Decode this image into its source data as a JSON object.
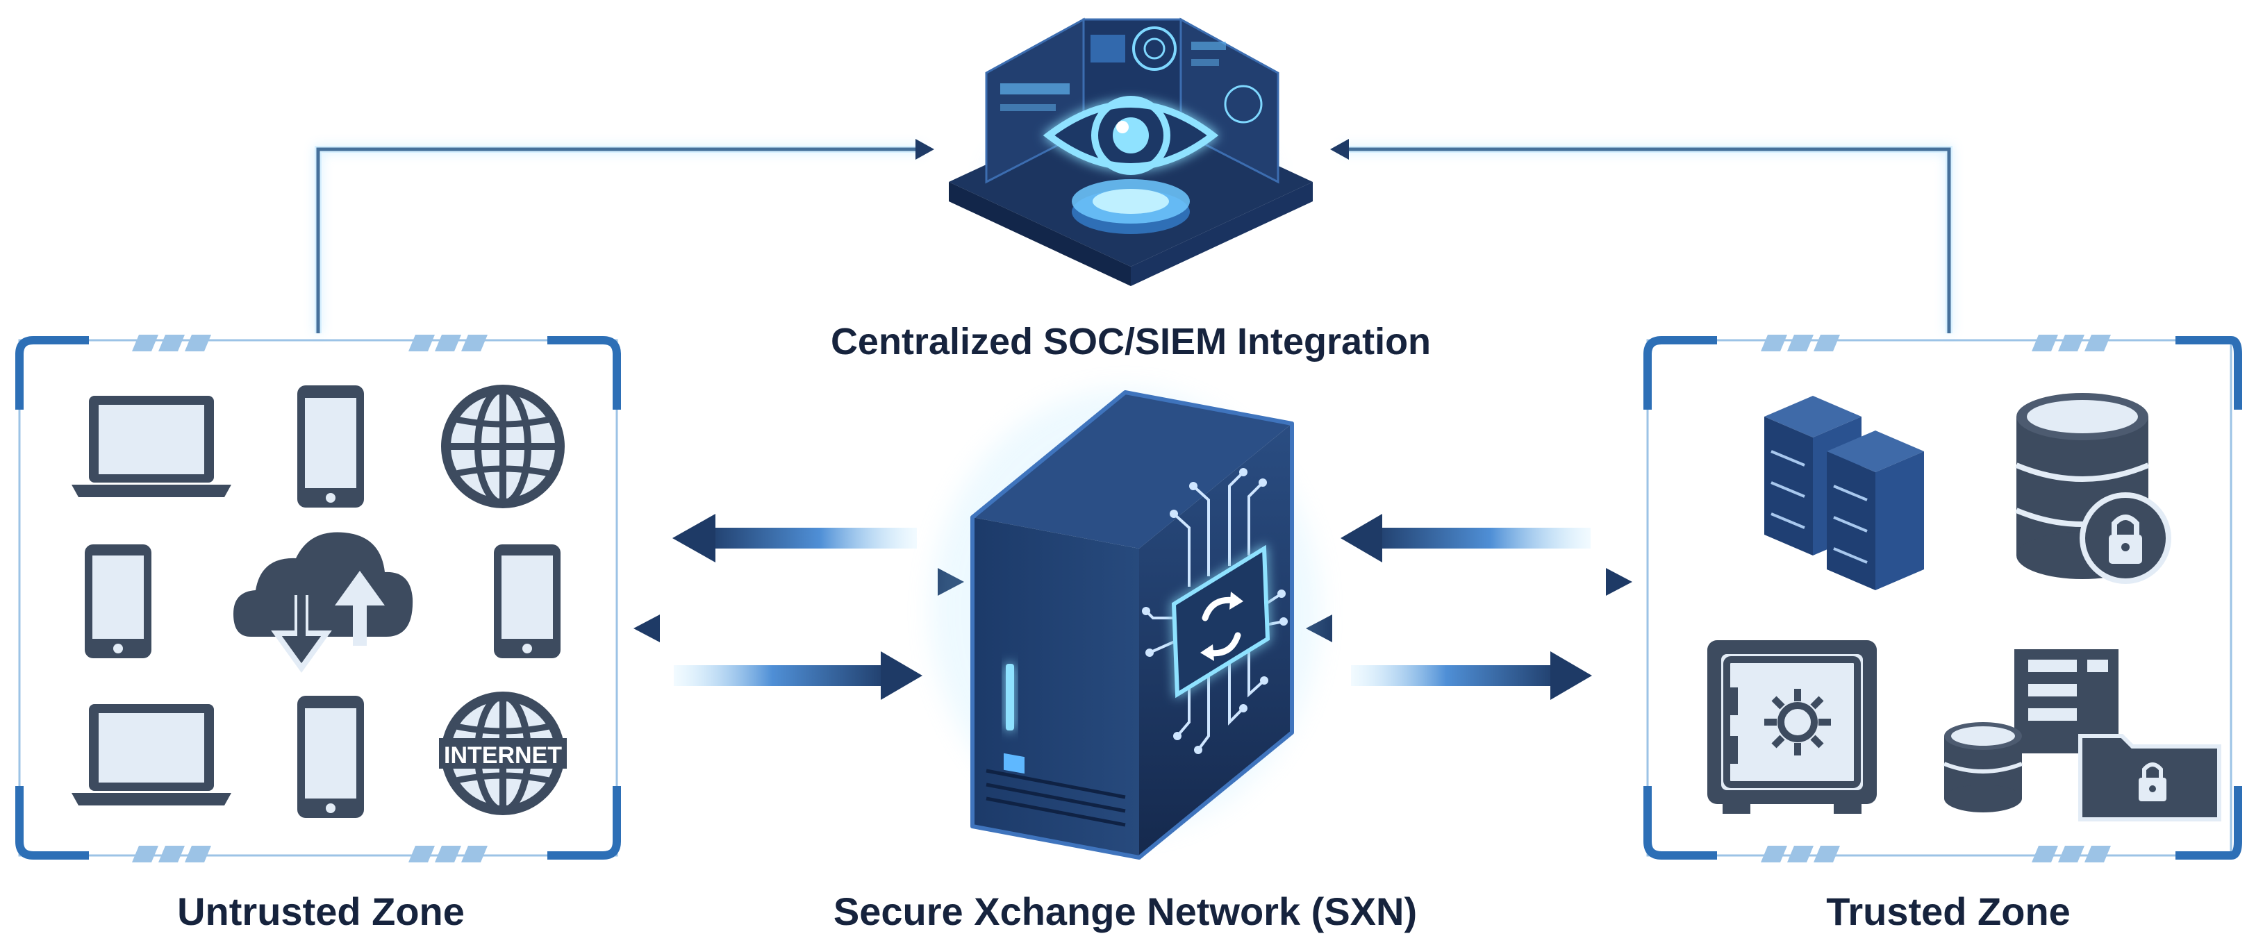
{
  "labels": {
    "soc": "Centralized SOC/SIEM Integration",
    "sxn": "Secure Xchange Network (SXN)",
    "untrusted": "Untrusted Zone",
    "trusted": "Trusted Zone",
    "internet": "INTERNET"
  },
  "colors": {
    "navy": "#1e3a66",
    "dark_navy": "#162a4c",
    "device_gray": "#3d4b5f",
    "screen_fill": "#e3ecf6",
    "accent_blue": "#2f8fe0",
    "glow_cyan": "#7fd8ff",
    "frame_blue": "#2d6fb6",
    "label_text": "#16233d"
  },
  "icons": {
    "untrusted_zone": [
      "laptop-icon",
      "smartphone-icon",
      "globe-icon",
      "smartphone-icon",
      "cloud-upload-download-icon",
      "smartphone-icon",
      "laptop-icon",
      "smartphone-icon",
      "internet-globe-icon"
    ],
    "trusted_zone": [
      "server-rack-icon",
      "locked-database-icon",
      "vault-safe-icon",
      "database-folder-lock-icon"
    ],
    "soc": "monitoring-eye-icon",
    "sxn": "secure-exchange-chip-icon"
  }
}
